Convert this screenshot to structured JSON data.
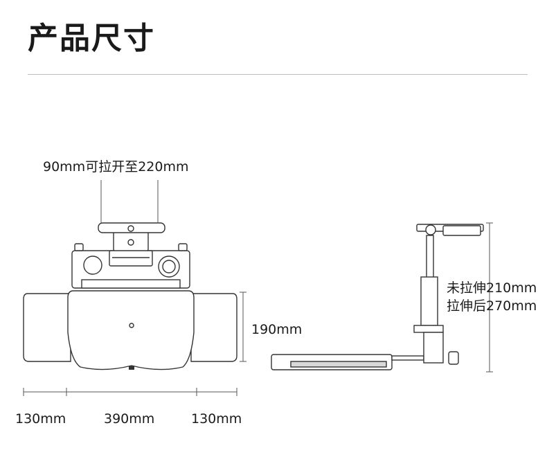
{
  "page": {
    "title": "产品尺寸"
  },
  "dimensions": {
    "clamp_width": "90mm可拉开至220mm",
    "tray_depth": "190mm",
    "wing_left": "130mm",
    "center_width": "390mm",
    "wing_right": "130mm",
    "height_unextended": "未拉伸210mm",
    "height_extended": "拉伸后270mm"
  },
  "colors": {
    "line": "#333333",
    "dim": "#555555",
    "fill": "#ffffff",
    "shade": "#d9d9d9"
  }
}
